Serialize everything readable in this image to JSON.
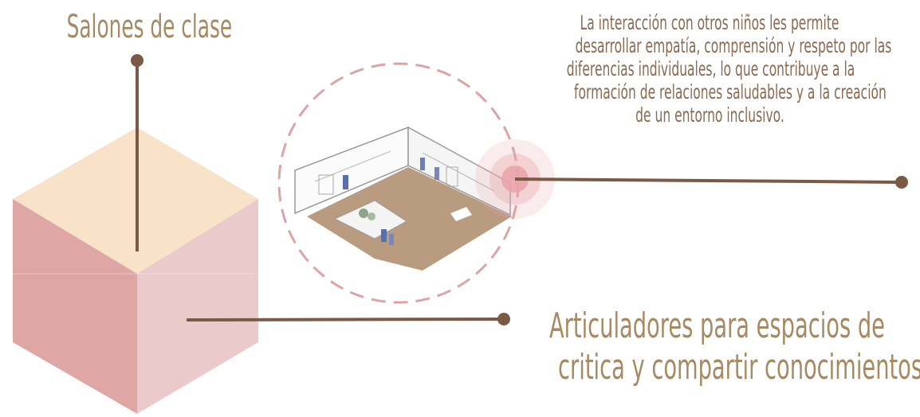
{
  "title": "Salones de clase",
  "description_lines": [
    "La interacción con otros niños les permite",
    "desarrollar empatía, comprensión y respeto por las",
    "diferencias individuales, lo que contribuye a la",
    "formación de relaciones saludables y a la creación",
    "de un entorno inclusivo."
  ],
  "subtitle_lines": [
    "Articuladores para espacios de",
    "critica y compartir conocimientos"
  ],
  "colors": {
    "text_primary": "#a68a63",
    "text_secondary": "#8a6a52",
    "connector": "#7a5a44",
    "cube_top": "#f8e3c8",
    "cube_left": "#dfa6a6",
    "cube_right": "#ebcacc",
    "dashed_circle": "#dca5a5",
    "floor": "#b99b80",
    "highlight": "#e7a3a8"
  }
}
